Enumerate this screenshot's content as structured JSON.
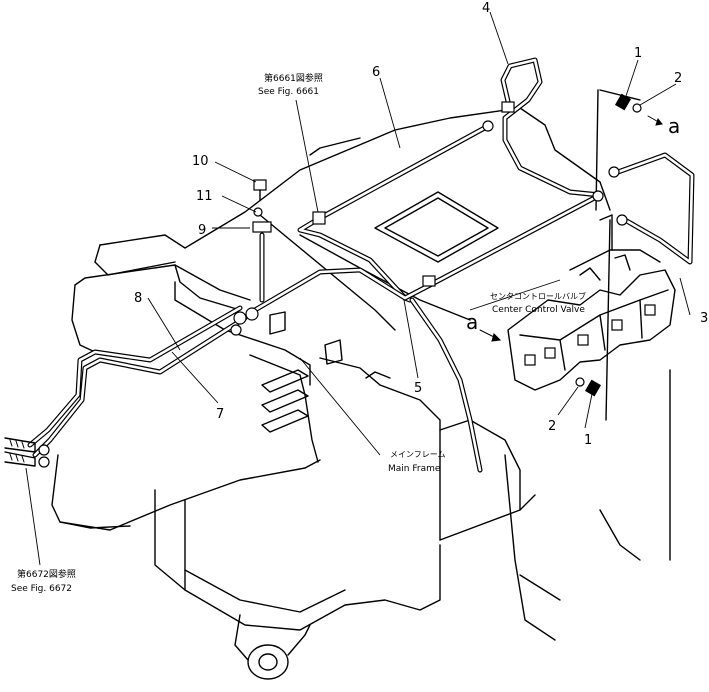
{
  "references": {
    "fig_6661_jp": "第6661図参照",
    "fig_6661_en": "See Fig. 6661",
    "fig_6672_jp": "第6672図参照",
    "fig_6672_en": "See Fig. 6672"
  },
  "components": {
    "center_valve_jp": "センタコントロールバルブ",
    "center_valve_en": "Center Control Valve",
    "main_frame_jp": "メインフレーム",
    "main_frame_en": "Main Frame"
  },
  "callouts": {
    "p1_top": "1",
    "p2_top": "2",
    "p3": "3",
    "p4": "4",
    "p5": "5",
    "p6": "6",
    "p7": "7",
    "p8": "8",
    "p9": "9",
    "p10": "10",
    "p11": "11",
    "p1_bottom": "1",
    "p2_bottom": "2"
  },
  "connection_marks": {
    "a_right": "a",
    "a_valve": "a"
  }
}
